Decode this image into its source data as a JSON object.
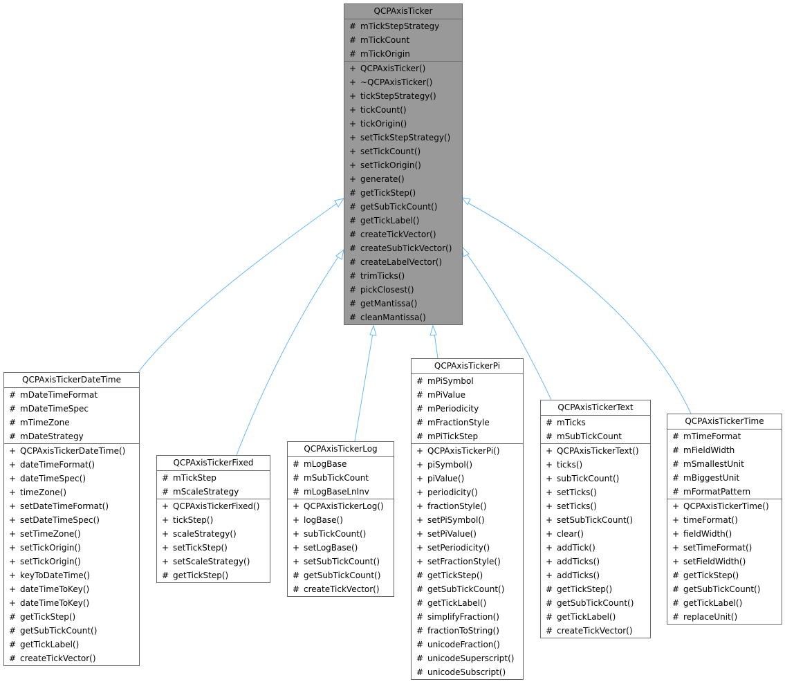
{
  "diagram": {
    "type": "uml-class-inheritance",
    "edge_color": "#63b8ff",
    "base_fill": "#999999",
    "derived_fill": "#ffffff",
    "border_color": "#666666"
  },
  "classes": {
    "base": {
      "name": "QCPAxisTicker",
      "attributes": [
        {
          "vis": "#",
          "name": "mTickStepStrategy"
        },
        {
          "vis": "#",
          "name": "mTickCount"
        },
        {
          "vis": "#",
          "name": "mTickOrigin"
        }
      ],
      "methods": [
        {
          "vis": "+",
          "name": "QCPAxisTicker()"
        },
        {
          "vis": "+",
          "name": "~QCPAxisTicker()"
        },
        {
          "vis": "+",
          "name": "tickStepStrategy()"
        },
        {
          "vis": "+",
          "name": "tickCount()"
        },
        {
          "vis": "+",
          "name": "tickOrigin()"
        },
        {
          "vis": "+",
          "name": "setTickStepStrategy()"
        },
        {
          "vis": "+",
          "name": "setTickCount()"
        },
        {
          "vis": "+",
          "name": "setTickOrigin()"
        },
        {
          "vis": "+",
          "name": "generate()"
        },
        {
          "vis": "#",
          "name": "getTickStep()"
        },
        {
          "vis": "#",
          "name": "getSubTickCount()"
        },
        {
          "vis": "#",
          "name": "getTickLabel()"
        },
        {
          "vis": "#",
          "name": "createTickVector()"
        },
        {
          "vis": "#",
          "name": "createSubTickVector()"
        },
        {
          "vis": "#",
          "name": "createLabelVector()"
        },
        {
          "vis": "#",
          "name": "trimTicks()"
        },
        {
          "vis": "#",
          "name": "pickClosest()"
        },
        {
          "vis": "#",
          "name": "getMantissa()"
        },
        {
          "vis": "#",
          "name": "cleanMantissa()"
        }
      ]
    },
    "datetime": {
      "name": "QCPAxisTickerDateTime",
      "attributes": [
        {
          "vis": "#",
          "name": "mDateTimeFormat"
        },
        {
          "vis": "#",
          "name": "mDateTimeSpec"
        },
        {
          "vis": "#",
          "name": "mTimeZone"
        },
        {
          "vis": "#",
          "name": "mDateStrategy"
        }
      ],
      "methods": [
        {
          "vis": "+",
          "name": "QCPAxisTickerDateTime()"
        },
        {
          "vis": "+",
          "name": "dateTimeFormat()"
        },
        {
          "vis": "+",
          "name": "dateTimeSpec()"
        },
        {
          "vis": "+",
          "name": "timeZone()"
        },
        {
          "vis": "+",
          "name": "setDateTimeFormat()"
        },
        {
          "vis": "+",
          "name": "setDateTimeSpec()"
        },
        {
          "vis": "+",
          "name": "setTimeZone()"
        },
        {
          "vis": "+",
          "name": "setTickOrigin()"
        },
        {
          "vis": "+",
          "name": "setTickOrigin()"
        },
        {
          "vis": "+",
          "name": "keyToDateTime()"
        },
        {
          "vis": "+",
          "name": "dateTimeToKey()"
        },
        {
          "vis": "+",
          "name": "dateTimeToKey()"
        },
        {
          "vis": "#",
          "name": "getTickStep()"
        },
        {
          "vis": "#",
          "name": "getSubTickCount()"
        },
        {
          "vis": "#",
          "name": "getTickLabel()"
        },
        {
          "vis": "#",
          "name": "createTickVector()"
        }
      ]
    },
    "fixed": {
      "name": "QCPAxisTickerFixed",
      "attributes": [
        {
          "vis": "#",
          "name": "mTickStep"
        },
        {
          "vis": "#",
          "name": "mScaleStrategy"
        }
      ],
      "methods": [
        {
          "vis": "+",
          "name": "QCPAxisTickerFixed()"
        },
        {
          "vis": "+",
          "name": "tickStep()"
        },
        {
          "vis": "+",
          "name": "scaleStrategy()"
        },
        {
          "vis": "+",
          "name": "setTickStep()"
        },
        {
          "vis": "+",
          "name": "setScaleStrategy()"
        },
        {
          "vis": "#",
          "name": "getTickStep()"
        }
      ]
    },
    "log": {
      "name": "QCPAxisTickerLog",
      "attributes": [
        {
          "vis": "#",
          "name": "mLogBase"
        },
        {
          "vis": "#",
          "name": "mSubTickCount"
        },
        {
          "vis": "#",
          "name": "mLogBaseLnInv"
        }
      ],
      "methods": [
        {
          "vis": "+",
          "name": "QCPAxisTickerLog()"
        },
        {
          "vis": "+",
          "name": "logBase()"
        },
        {
          "vis": "+",
          "name": "subTickCount()"
        },
        {
          "vis": "+",
          "name": "setLogBase()"
        },
        {
          "vis": "+",
          "name": "setSubTickCount()"
        },
        {
          "vis": "#",
          "name": "getSubTickCount()"
        },
        {
          "vis": "#",
          "name": "createTickVector()"
        }
      ]
    },
    "pi": {
      "name": "QCPAxisTickerPi",
      "attributes": [
        {
          "vis": "#",
          "name": "mPiSymbol"
        },
        {
          "vis": "#",
          "name": "mPiValue"
        },
        {
          "vis": "#",
          "name": "mPeriodicity"
        },
        {
          "vis": "#",
          "name": "mFractionStyle"
        },
        {
          "vis": "#",
          "name": "mPiTickStep"
        }
      ],
      "methods": [
        {
          "vis": "+",
          "name": "QCPAxisTickerPi()"
        },
        {
          "vis": "+",
          "name": "piSymbol()"
        },
        {
          "vis": "+",
          "name": "piValue()"
        },
        {
          "vis": "+",
          "name": "periodicity()"
        },
        {
          "vis": "+",
          "name": "fractionStyle()"
        },
        {
          "vis": "+",
          "name": "setPiSymbol()"
        },
        {
          "vis": "+",
          "name": "setPiValue()"
        },
        {
          "vis": "+",
          "name": "setPeriodicity()"
        },
        {
          "vis": "+",
          "name": "setFractionStyle()"
        },
        {
          "vis": "#",
          "name": "getTickStep()"
        },
        {
          "vis": "#",
          "name": "getSubTickCount()"
        },
        {
          "vis": "#",
          "name": "getTickLabel()"
        },
        {
          "vis": "#",
          "name": "simplifyFraction()"
        },
        {
          "vis": "#",
          "name": "fractionToString()"
        },
        {
          "vis": "#",
          "name": "unicodeFraction()"
        },
        {
          "vis": "#",
          "name": "unicodeSuperscript()"
        },
        {
          "vis": "#",
          "name": "unicodeSubscript()"
        }
      ]
    },
    "text": {
      "name": "QCPAxisTickerText",
      "attributes": [
        {
          "vis": "#",
          "name": "mTicks"
        },
        {
          "vis": "#",
          "name": "mSubTickCount"
        }
      ],
      "methods": [
        {
          "vis": "+",
          "name": "QCPAxisTickerText()"
        },
        {
          "vis": "+",
          "name": "ticks()"
        },
        {
          "vis": "+",
          "name": "subTickCount()"
        },
        {
          "vis": "+",
          "name": "setTicks()"
        },
        {
          "vis": "+",
          "name": "setTicks()"
        },
        {
          "vis": "+",
          "name": "setSubTickCount()"
        },
        {
          "vis": "+",
          "name": "clear()"
        },
        {
          "vis": "+",
          "name": "addTick()"
        },
        {
          "vis": "+",
          "name": "addTicks()"
        },
        {
          "vis": "+",
          "name": "addTicks()"
        },
        {
          "vis": "#",
          "name": "getTickStep()"
        },
        {
          "vis": "#",
          "name": "getSubTickCount()"
        },
        {
          "vis": "#",
          "name": "getTickLabel()"
        },
        {
          "vis": "#",
          "name": "createTickVector()"
        }
      ]
    },
    "time": {
      "name": "QCPAxisTickerTime",
      "attributes": [
        {
          "vis": "#",
          "name": "mTimeFormat"
        },
        {
          "vis": "#",
          "name": "mFieldWidth"
        },
        {
          "vis": "#",
          "name": "mSmallestUnit"
        },
        {
          "vis": "#",
          "name": "mBiggestUnit"
        },
        {
          "vis": "#",
          "name": "mFormatPattern"
        }
      ],
      "methods": [
        {
          "vis": "+",
          "name": "QCPAxisTickerTime()"
        },
        {
          "vis": "+",
          "name": "timeFormat()"
        },
        {
          "vis": "+",
          "name": "fieldWidth()"
        },
        {
          "vis": "+",
          "name": "setTimeFormat()"
        },
        {
          "vis": "+",
          "name": "setFieldWidth()"
        },
        {
          "vis": "#",
          "name": "getTickStep()"
        },
        {
          "vis": "#",
          "name": "getSubTickCount()"
        },
        {
          "vis": "#",
          "name": "getTickLabel()"
        },
        {
          "vis": "#",
          "name": "replaceUnit()"
        }
      ]
    }
  },
  "edges": [
    {
      "from": "QCPAxisTickerDateTime",
      "to": "QCPAxisTicker",
      "kind": "inherits"
    },
    {
      "from": "QCPAxisTickerFixed",
      "to": "QCPAxisTicker",
      "kind": "inherits"
    },
    {
      "from": "QCPAxisTickerLog",
      "to": "QCPAxisTicker",
      "kind": "inherits"
    },
    {
      "from": "QCPAxisTickerPi",
      "to": "QCPAxisTicker",
      "kind": "inherits"
    },
    {
      "from": "QCPAxisTickerText",
      "to": "QCPAxisTicker",
      "kind": "inherits"
    },
    {
      "from": "QCPAxisTickerTime",
      "to": "QCPAxisTicker",
      "kind": "inherits"
    }
  ]
}
